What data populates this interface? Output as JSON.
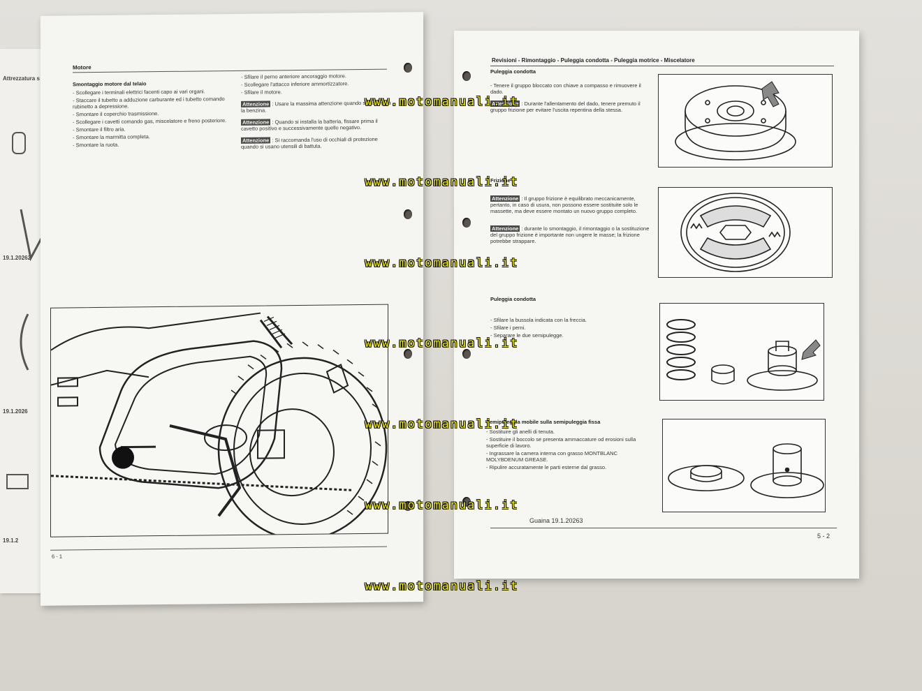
{
  "under_page": {
    "fragments": [
      "Attrezzatura s",
      "19.1.20262",
      "19.1.2026",
      "19.1.2"
    ]
  },
  "left_page": {
    "section": "Motore",
    "subtitle": "Smontaggio motore dal telaio",
    "col1_lines": [
      "- Scollegare i terminali elettrici facenti capo ai vari organi.",
      "- Staccare il tubetto a adduzione carburante ed i tubetto comando rubinetto a depressione.",
      "- Smontare il coperchio trasmissione.",
      "- Scollegare i cavetti comando gas, miscelatore e freno posteriore.",
      "- Smontare il filtro aria.",
      "- Smontare la marmitta completa.",
      "- Smontare la ruota."
    ],
    "col2_lines": [
      "- Sfilare il perno anteriore ancoraggio motore.",
      "- Scollegare l'attacco inferiore ammortizzatore.",
      "- Sfilare il motore."
    ],
    "notes": [
      {
        "label": "Attenzione",
        "text": ": Usare la massima attenzione quando si maneggia la benzina."
      },
      {
        "label": "Attenzione",
        "text": ": Quando si installa la batteria, fissare prima il cavetto positivo e successivamente quello negativo."
      },
      {
        "label": "Attenzione",
        "text": ": Si raccomanda l'uso di occhiali di protezione quando si usano utensili di battuta."
      }
    ],
    "page_number": "6 - 1"
  },
  "right_page": {
    "header": "Revisioni  - Rimontaggio - Puleggia condotta  - Puleggia motrice - Miscelatore",
    "sections": [
      {
        "title": "Puleggia condotta",
        "lines": [
          "- Tenere il gruppo bloccato con chiave a compasso e rimuovere il dado."
        ],
        "note_label": "Attenzione",
        "note_text": ": Durante l'allentamento del dado, tenere premuto il gruppo frizione per evitare l'uscita repentina della stessa."
      },
      {
        "title": "Frizione",
        "lines": [],
        "note_label": "Attenzione",
        "note_text": ": Il gruppo frizione è equilibrato meccanicamente, pertanto, in caso di usura, non possono essere sostituite solo le massette, ma deve essere montato un nuovo gruppo completo.",
        "note2_label": "Attenzione",
        "note2_text": ": durante lo smontaggio, il rimontaggio o la sostituzione del gruppo frizione è importante non ungere le masse; la frizione potrebbe strappare."
      },
      {
        "title": "Puleggia condotta",
        "lines": [
          "- Sfilare la bussola indicata con la freccia.",
          "- Sfilare i perni.",
          "- Separare le due semipulegge."
        ]
      },
      {
        "title": "Semipuleggia mobile sulla semipuleggia fissa",
        "lines": [
          "- Sostituire gli anelli di tenuta.",
          "- Sostituire il boccolo se presenta ammaccature od erosioni sulla superficie di lavoro.",
          "- Ingrassare la camera interna con grasso MONTBLANC MOLYBDENUM GREASE.",
          "- Ripulire accuratamente le parti esterne dal grasso."
        ]
      }
    ],
    "caption": "Guaina 19.1.20263",
    "page_number": "5 - 2"
  },
  "watermarks": [
    "www.motomanuali.it",
    "www.motomanuali.it",
    "www.motomanuali.it",
    "www.motomanuali.it",
    "www.motomanuali.it",
    "www.motomanuali.it",
    "www.motomanuali.it"
  ]
}
